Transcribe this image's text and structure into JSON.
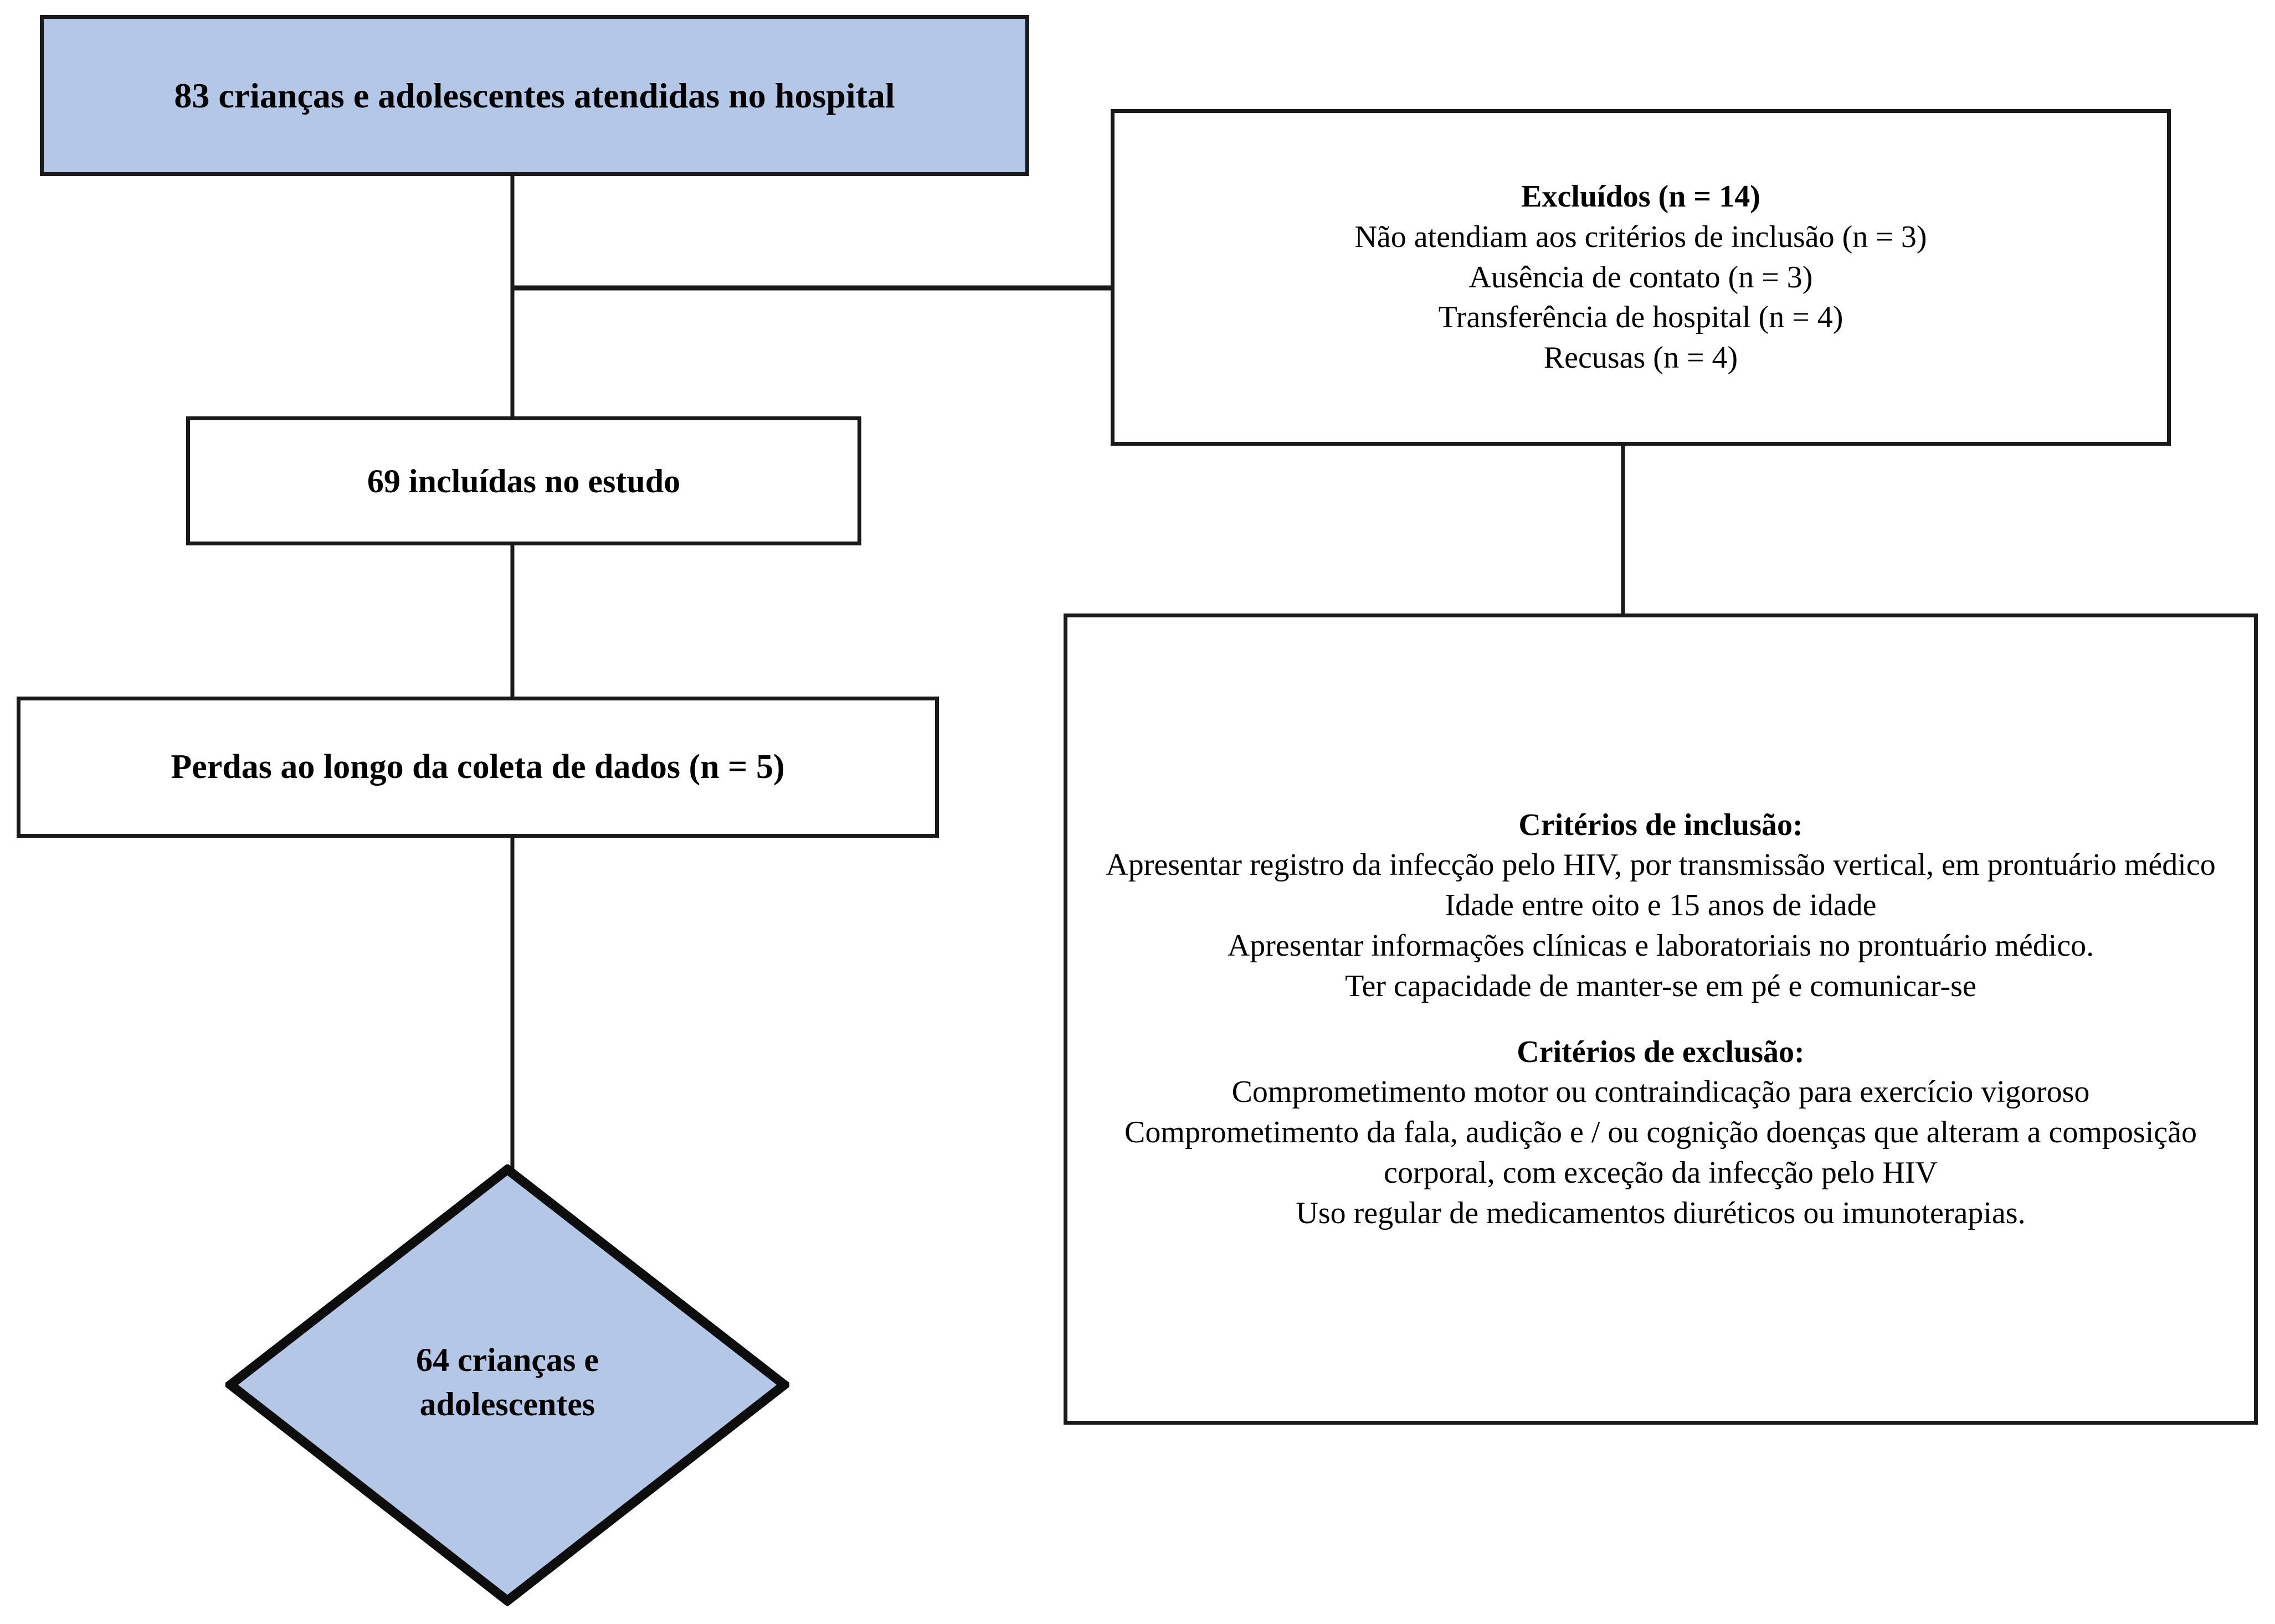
{
  "figure": {
    "type": "flowchart",
    "language": "pt-BR",
    "colors": {
      "node_fill_highlight": "#b4c7e7",
      "node_fill_plain": "#ffffff",
      "border": "#1a1a1a",
      "connector": "#1a1a1a",
      "text": "#000000"
    }
  },
  "nodes": {
    "hospital": {
      "label": "83 crianças e adolescentes atendidas no hospital",
      "shape": "rectangle",
      "fill": "#b4c7e7",
      "count": 83
    },
    "excluded": {
      "heading": "Excluídos (n = 14)",
      "total": 14,
      "reasons": [
        "Não atendiam aos critérios de inclusão (n = 3)",
        "Ausência de contato (n = 3)",
        "Transferência de hospital (n = 4)",
        "Recusas (n = 4)"
      ]
    },
    "included": {
      "label": "69 incluídas no estudo",
      "shape": "rectangle",
      "count": 69
    },
    "losses": {
      "label": "Perdas ao longo da coleta de dados (n = 5)",
      "shape": "rectangle",
      "count": 5
    },
    "criteria": {
      "inclusion_heading": "Critérios de inclusão:",
      "inclusion_items": [
        "Apresentar registro da infecção pelo HIV, por transmissão vertical, em prontuário médico",
        "Idade entre oito e 15 anos de idade",
        "Apresentar informações clínicas e laboratoriais no prontuário médico.",
        "Ter capacidade de manter-se em pé e comunicar-se"
      ],
      "exclusion_heading": "Critérios de exclusão:",
      "exclusion_items": [
        "Comprometimento motor ou contraindicação para exercício vigoroso",
        "Comprometimento da fala, audição e / ou cognição doenças que alteram a composição corporal, com exceção da infecção pelo HIV",
        "Uso regular de medicamentos diuréticos ou imunoterapias."
      ]
    },
    "final": {
      "line1": "64 crianças e",
      "line2": "adolescentes",
      "shape": "diamond",
      "fill": "#b4c7e7",
      "count": 64
    }
  },
  "connectors": [
    {
      "name": "hospital-to-included",
      "from": "hospital",
      "to": "included",
      "style": "vertical"
    },
    {
      "name": "hospital-to-excluded",
      "from": "hospital",
      "to": "excluded",
      "style": "elbow-right"
    },
    {
      "name": "included-to-losses",
      "from": "included",
      "to": "losses",
      "style": "vertical"
    },
    {
      "name": "excluded-to-criteria",
      "from": "excluded",
      "to": "criteria",
      "style": "vertical"
    },
    {
      "name": "losses-to-final",
      "from": "losses",
      "to": "final",
      "style": "vertical"
    }
  ]
}
